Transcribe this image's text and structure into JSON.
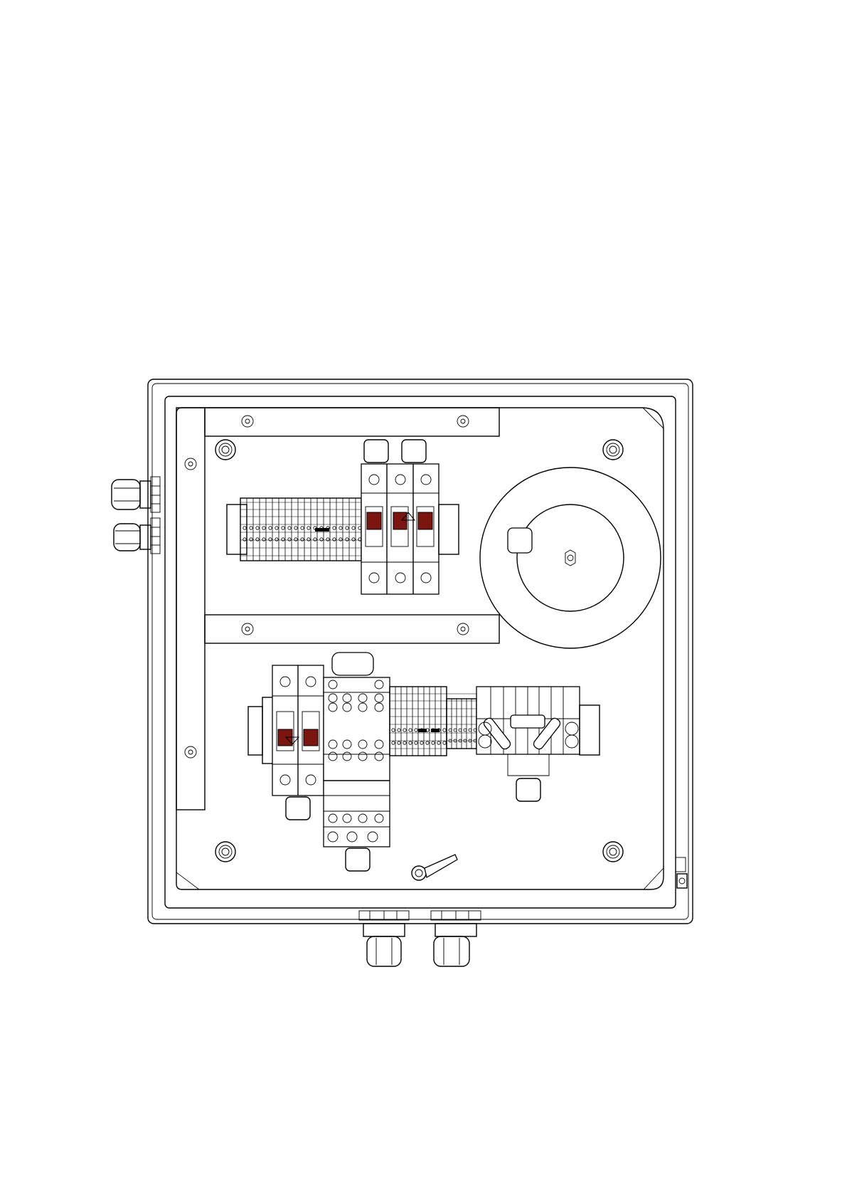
{
  "drawing": {
    "title": "",
    "labels": [],
    "colors": {
      "line": "#000000",
      "background": "#ffffff",
      "breaker_handle": "#7a1510"
    },
    "components": [
      "enclosure-box",
      "mounting-plate",
      "din-rail-top",
      "din-rail-bottom",
      "terminal-block-group",
      "circuit-breaker-3pole",
      "toroidal-transformer",
      "circuit-breaker-2pole",
      "contactor",
      "disconnect-switch",
      "cable-gland",
      "earth-lug"
    ]
  }
}
